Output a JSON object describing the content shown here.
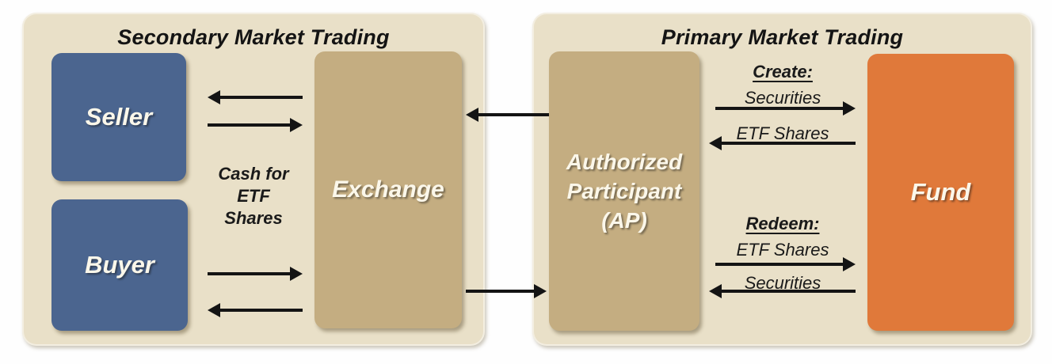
{
  "secondary_market": {
    "title": "Secondary Market Trading",
    "seller": "Seller",
    "buyer": "Buyer",
    "exchange": "Exchange",
    "cash_note": [
      "Cash for",
      "ETF",
      "Shares"
    ]
  },
  "primary_market": {
    "title": "Primary Market Trading",
    "authorized_participant": [
      "Authorized",
      "Participant",
      "(AP)"
    ],
    "fund": "Fund",
    "create_heading": "Create:",
    "create_flow_to_fund": "Securities",
    "create_flow_to_ap": "ETF Shares",
    "redeem_heading": "Redeem:",
    "redeem_flow_to_fund": "ETF Shares",
    "redeem_flow_to_ap": "Securities"
  },
  "colors": {
    "panel_background": "#e9e0c8",
    "participant_blue": "#4b658f",
    "intermediary_tan": "#c4ad81",
    "fund_orange": "#e0793a",
    "arrow_black": "#141414"
  }
}
